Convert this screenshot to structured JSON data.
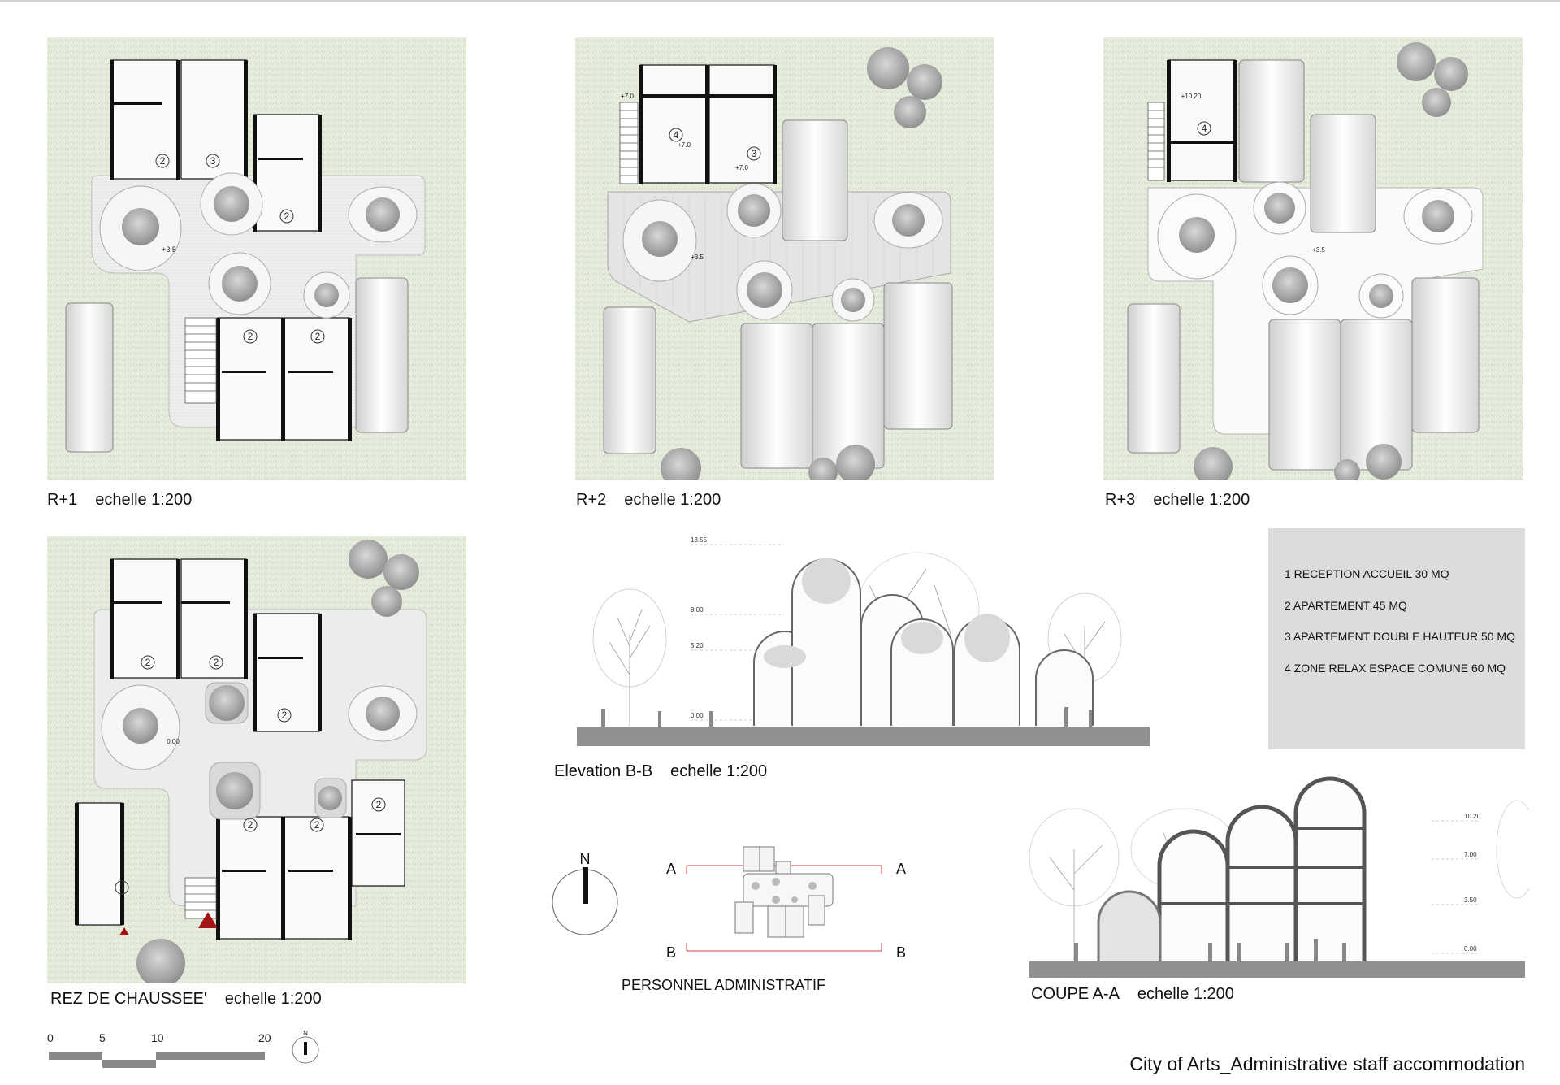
{
  "captions": {
    "r1": {
      "name": "R+1",
      "scale": "echelle 1:200"
    },
    "r2": {
      "name": "R+2",
      "scale": "echelle 1:200"
    },
    "r3": {
      "name": "R+3",
      "scale": "echelle 1:200"
    },
    "rdc": {
      "name": "REZ DE CHAUSSEE'",
      "scale": "echelle 1:200"
    },
    "elevation": {
      "name": "Elevation B-B",
      "scale": "echelle 1:200"
    },
    "coupe": {
      "name": "COUPE A-A",
      "scale": "echelle 1:200"
    }
  },
  "legend": [
    "1 RECEPTION ACCUEIL 30 MQ",
    "2 APARTEMENT  45 MQ",
    "3 APARTEMENT DOUBLE HAUTEUR 50 MQ",
    "4 ZONE RELAX ESPACE COMUNE 60 MQ"
  ],
  "levels": {
    "r1": "+3.5",
    "r2_deck": "+3.5",
    "r2_upper_a": "+7.0",
    "r2_upper_b": "+7.0",
    "r2_upper_c": "+7.0",
    "r3_deck": "+3.5",
    "r3_upper": "+10.20",
    "rdc": "0.00"
  },
  "elevation_levels": [
    "13.55",
    "8.00",
    "5.20",
    "0.00"
  ],
  "section_levels": [
    "10.20",
    "7.00",
    "3.50",
    "0.00"
  ],
  "room_numbers": {
    "r1": [
      "2",
      "3",
      "2",
      "2",
      "2"
    ],
    "r2": [
      "4",
      "3"
    ],
    "r3": [
      "4"
    ],
    "rdc": [
      "2",
      "2",
      "2",
      "2",
      "2",
      "2",
      "1"
    ]
  },
  "site_plan": {
    "north": "N",
    "section_a_left": "A",
    "section_a_right": "A",
    "section_b_left": "B",
    "section_b_right": "B",
    "label": "PERSONNEL ADMINISTRATIF"
  },
  "scale_bar": {
    "ticks": [
      "0",
      "5",
      "10",
      "20"
    ],
    "north": "N"
  },
  "footer": {
    "title": "City of Arts_Administrative staff accommodation"
  },
  "colors": {
    "grass": "#e6eddc",
    "deck": "#ebebeb",
    "wall": "#111111",
    "entrance": "#a31515",
    "section_line": "#c84040",
    "legend_bg": "#dcdcdc"
  }
}
